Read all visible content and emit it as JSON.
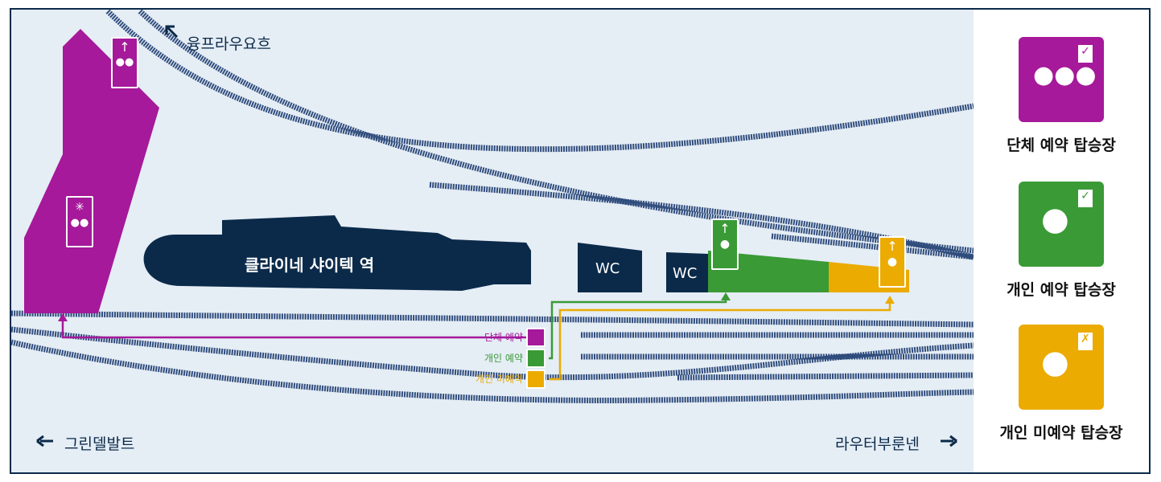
{
  "station": {
    "name": "클라이네 샤이텍 역",
    "wc1": "WC",
    "wc2": "WC"
  },
  "directions": {
    "jungfraujoch": "융프라우요흐",
    "grindelwald": "그린델발트",
    "lauterbrunnen": "라우터부룬넨"
  },
  "routes": {
    "group": "단체 예약",
    "individual": "개인 예약",
    "individual_unreserved": "개인 미예약"
  },
  "legend": {
    "group": "단체 예약 탑승장",
    "individual": "개인 예약 탑승장",
    "individual_unreserved": "개인 미예약 탑승장"
  },
  "colors": {
    "group": "#a5199a",
    "individual": "#3a9a36",
    "individual_unreserved": "#ebab00",
    "navy": "#0b2a4a",
    "track": "#2f4c7c",
    "background": "#e5edf5"
  },
  "icons": [
    "group-icon",
    "person-icon",
    "check-icon",
    "cross-icon",
    "arrow-up-icon",
    "meeting-point-icon"
  ]
}
